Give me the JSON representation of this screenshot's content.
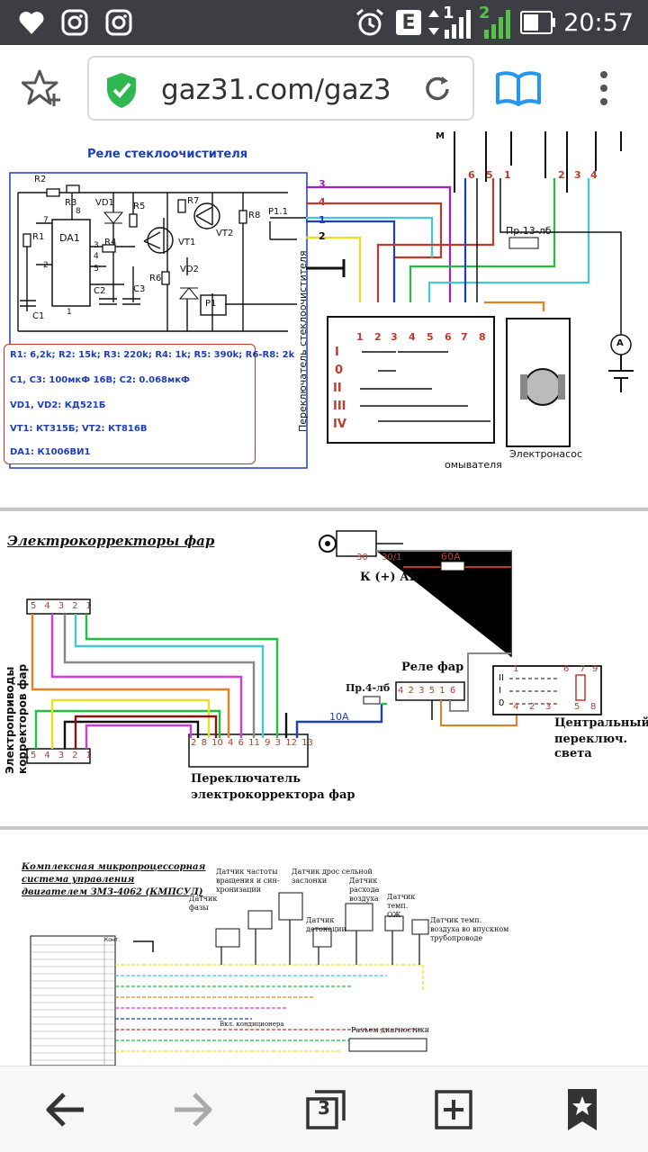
{
  "status_bar": {
    "time": "20:57",
    "network_type": "E",
    "sim1": "1",
    "sim2": "2",
    "icons": [
      "heart-icon",
      "instagram-icon",
      "instagram-icon",
      "alarm-icon",
      "signal-icon",
      "battery-icon"
    ]
  },
  "browser": {
    "url": "gaz31.com/gaz3",
    "icons": [
      "bookmark-add-icon",
      "secure-shield-icon",
      "reload-icon",
      "reader-mode-icon",
      "menu-icon"
    ]
  },
  "diagram1": {
    "title": "Реле стеклоочистителя",
    "component_labels": {
      "r2": "R2",
      "r3": "R3",
      "r1": "R1",
      "da1": "DA1",
      "vd1": "VD1",
      "r5": "R5",
      "r7": "R7",
      "vt2": "VT2",
      "r8": "R8",
      "p11": "P1.1",
      "r4": "R4",
      "vt1": "VT1",
      "r6": "R6",
      "vd2": "VD2",
      "c2": "C2",
      "c3": "C3",
      "c1": "C1",
      "p1": "P1",
      "pin_7": "7",
      "pin_8": "8",
      "pin_3": "3",
      "pin_4": "4",
      "pin_5": "5",
      "pin_2": "2",
      "pin_1": "1"
    },
    "wire_numbers": [
      "3",
      "4",
      "1",
      "2"
    ],
    "specs": [
      "R1: 6,2k; R2: 15k; R3: 220k; R4: 1k; R5: 390k; R6-R8: 2k",
      "С1, С3: 100мкФ 16В; С2: 0.068мкФ",
      "VD1, VD2: КД521Б",
      "VT1: КТ315Б; VT2: КТ816В",
      "DA1: К1006ВИ1"
    ],
    "switch_title": "Переключатель стеклоочистителя",
    "switch_pins": [
      "1",
      "2",
      "3",
      "4",
      "5",
      "6",
      "7",
      "8"
    ],
    "switch_positions": [
      "I",
      "0",
      "II",
      "III",
      "IV"
    ],
    "motor_pins": [
      "6",
      "5",
      "1"
    ],
    "motor_pins_right": [
      "2",
      "3",
      "4"
    ],
    "fuse": "Пр.13-лб",
    "ammeter": "А",
    "pump_label_line1": "Электронасос",
    "pump_label_line2": "омывателя",
    "top_letter": "M"
  },
  "diagram2": {
    "title": "Электрокорректоры фар",
    "actuators_label": "Электроприводы корректоров фар",
    "connector_pins": [
      "5",
      "4",
      "3",
      "2",
      "1"
    ],
    "switch_label_line1": "Переключатель",
    "switch_label_line2": "электрокорректора фар",
    "switch_pins": [
      "2",
      "8",
      "10",
      "4",
      "6",
      "11",
      "9",
      "3",
      "12",
      "13"
    ],
    "ignition_30": "30",
    "ignition_301": "30/1",
    "battery_label": "К (+) АБ",
    "fuse_60": "60А",
    "relay_label": "Реле фар",
    "relay_pins": [
      "4",
      "2",
      "3",
      "5",
      "1",
      "6"
    ],
    "fuse_4": "Пр.4-лб",
    "fuse_10": "10А",
    "central_switch_line1": "Центральный",
    "central_switch_line2": "переключ.",
    "central_switch_line3": "света",
    "central_positions": [
      "II",
      "I",
      "0"
    ],
    "central_pins": [
      "1",
      "6",
      "7",
      "9",
      "4",
      "2",
      "3",
      "5",
      "8"
    ]
  },
  "diagram3": {
    "title_line1": "Комплексная микропроцессорная",
    "title_line2": "система управления",
    "title_line3": "двигателем ЗМЗ-4062 (КМПСУД)",
    "sensors": [
      "Датчик частоты вращения и син-хронизации",
      "Датчик дрос сельной заслонки",
      "Датчик фазы",
      "Датчик детонации",
      "Датчик расхода воздуха",
      "Датчик темп. ОЖ",
      "Датчик темп. воздуха во впускном трубопроводе"
    ],
    "diag_connector": "Разъем диагностики",
    "ac_label": "Вкл. кондиционера",
    "col_header": "Конт."
  },
  "nav": {
    "tab_count": "3",
    "icons": [
      "back-arrow-icon",
      "forward-arrow-icon",
      "tabs-icon",
      "new-tab-icon",
      "bookmarks-icon"
    ]
  },
  "colors": {
    "status_bg": "#3d3d44",
    "secure_green": "#2fb84f",
    "accent_blue": "#2196f3",
    "diagram_blue": "#1d3fb8",
    "wire_red": "#c0392b",
    "wire_purple": "#a020c8",
    "wire_green": "#22c040",
    "wire_cyan": "#40c8d8",
    "wire_yellow": "#e8e020",
    "wire_orange": "#e88020",
    "wire_darkred": "#8b1010"
  }
}
